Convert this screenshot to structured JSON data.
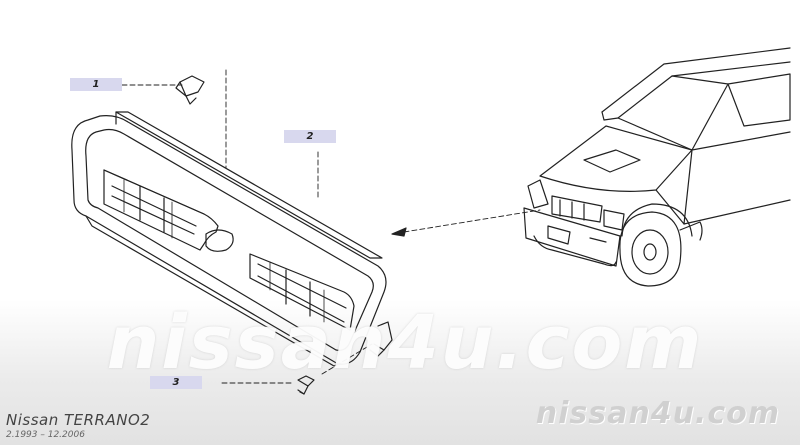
{
  "callouts": [
    "1",
    "2",
    "3"
  ],
  "watermark": {
    "center": "nissan4u.com",
    "corner": "nissan4u.com"
  },
  "footer": {
    "model": "Nissan TERRANO2",
    "dates": "2.1993 – 12.2006"
  }
}
